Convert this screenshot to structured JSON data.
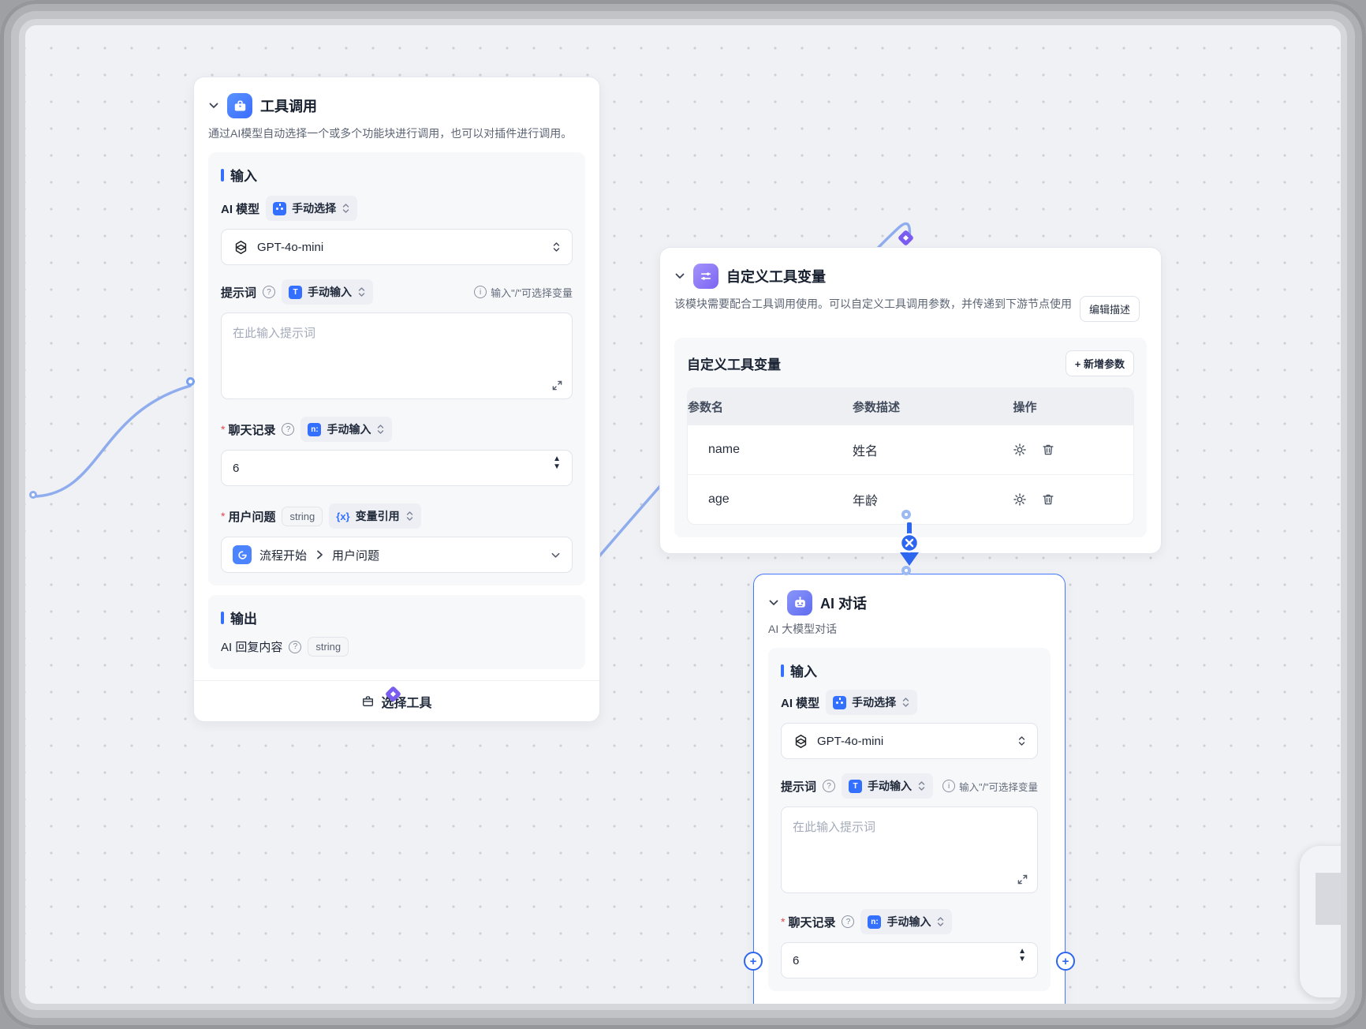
{
  "glyphs": {
    "asterisk": "*",
    "qmark": "?",
    "info": "i",
    "var": "{x}",
    "t_icon": "T",
    "num_icon": "n:",
    "up": "▲",
    "down": "▼"
  },
  "colors": {
    "accent": "#3370ff",
    "edge": "#8fadee",
    "diamond": "#7a5cf0",
    "arrow": "#2d66ef",
    "selected_border": "#4377fd",
    "canvas_bg": "#f0f1f4"
  },
  "nodes": {
    "tool_call": {
      "title": "工具调用",
      "description": "通过AI模型自动选择一个或多个功能块进行调用，也可以对插件进行调用。",
      "input_heading": "输入",
      "model_label": "AI 模型",
      "model_mode": "手动选择",
      "model_value": "GPT-4o-mini",
      "prompt_label": "提示词",
      "prompt_mode": "手动输入",
      "prompt_hint": "输入\"/\"可选择变量",
      "prompt_placeholder": "在此输入提示词",
      "history_label": "聊天记录",
      "history_mode": "手动输入",
      "history_value": "6",
      "question_label": "用户问题",
      "question_type": "string",
      "question_mode": "变量引用",
      "question_source_node": "流程开始",
      "question_source_field": "用户问题",
      "output_heading": "输出",
      "output_label": "AI 回复内容",
      "output_type": "string",
      "footer_label": "选择工具"
    },
    "tool_params": {
      "title": "自定义工具变量",
      "description": "该模块需要配合工具调用使用。可以自定义工具调用参数，并传递到下游节点使用",
      "edit_desc_button": "编辑描述",
      "panel_title": "自定义工具变量",
      "add_button": "+ 新增参数",
      "table": {
        "headers": [
          "参数名",
          "参数描述",
          "操作"
        ],
        "rows": [
          {
            "name": "name",
            "desc": "姓名"
          },
          {
            "name": "age",
            "desc": "年龄"
          }
        ]
      }
    },
    "ai_chat": {
      "title": "AI 对话",
      "subtitle": "AI 大模型对话",
      "input_heading": "输入",
      "model_label": "AI 模型",
      "model_mode": "手动选择",
      "model_value": "GPT-4o-mini",
      "prompt_label": "提示词",
      "prompt_mode": "手动输入",
      "prompt_hint": "输入\"/\"可选择变量",
      "prompt_placeholder": "在此输入提示词",
      "history_label": "聊天记录",
      "history_mode": "手动输入",
      "history_value": "6"
    }
  }
}
